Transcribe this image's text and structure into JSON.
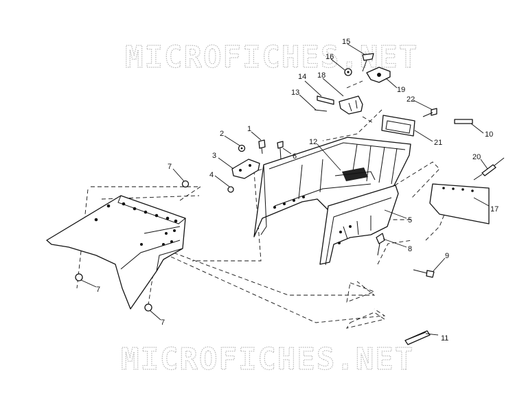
{
  "watermark": {
    "text": "MICROFICHES.NET"
  },
  "callouts": {
    "c1": "1",
    "c2": "2",
    "c3": "3",
    "c4": "4",
    "c5": "5",
    "c6": "6",
    "c7a": "7",
    "c7b": "7",
    "c7c": "7",
    "c8": "8",
    "c9": "9",
    "c10": "10",
    "c11": "11",
    "c12": "12",
    "c13": "13",
    "c14": "14",
    "c15": "15",
    "c16": "16",
    "c17": "17",
    "c18": "18",
    "c19": "19",
    "c20": "20",
    "c21": "21",
    "c22": "22"
  }
}
